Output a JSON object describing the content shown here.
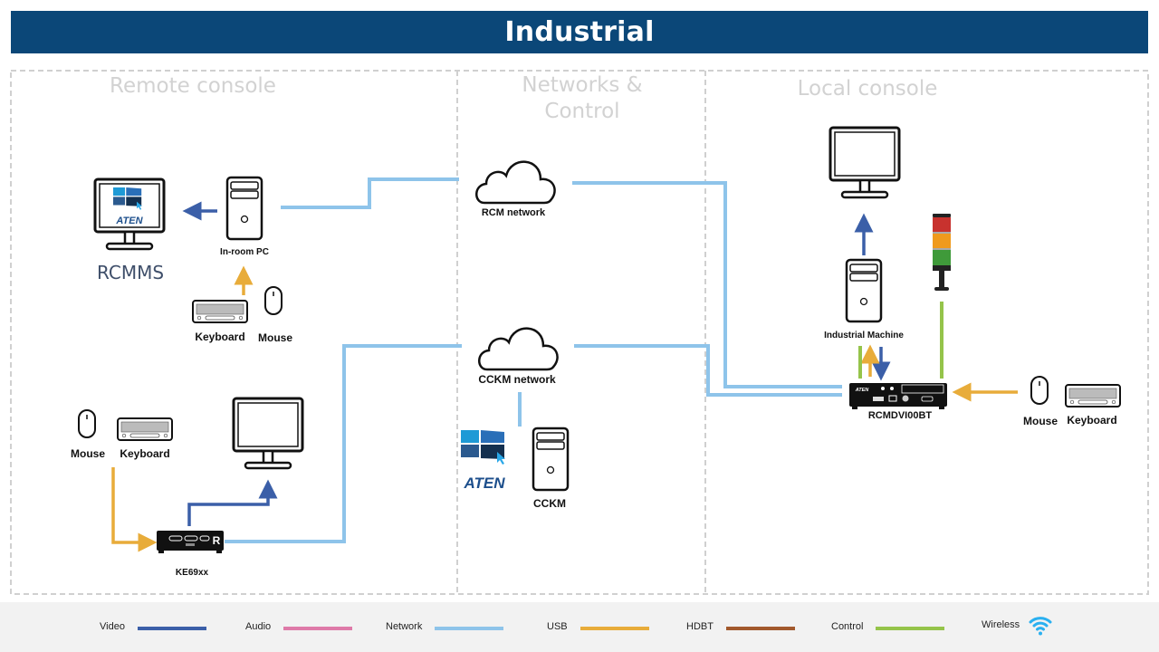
{
  "header": {
    "title": "Industrial"
  },
  "sections": {
    "remote": "Remote console",
    "networks_line1": "Networks &",
    "networks_line2": "Control",
    "local": "Local console"
  },
  "devices": {
    "rcmms": "RCMMS",
    "in_room_pc": "In-room PC",
    "keyboard_remote": "Keyboard",
    "mouse_remote": "Mouse",
    "mouse_ke": "Mouse",
    "keyboard_ke": "Keyboard",
    "ke69xx": "KE69xx",
    "rcm_network": "RCM network",
    "cckm_network": "CCKM network",
    "cckm": "CCKM",
    "industrial_machine": "Industrial Machine",
    "rcmdvi": "RCMDVI00BT",
    "mouse_local": "Mouse",
    "keyboard_local": "Keyboard",
    "aten_logo": "ATEN",
    "ke_badge": "R"
  },
  "colors": {
    "video": "#3b5fa8",
    "audio": "#de7aa8",
    "network": "#8ec4ea",
    "usb": "#e8ac3a",
    "hdbt": "#a2592d",
    "control": "#95c44a",
    "wireless": "#2ab0f0",
    "title_bg": "#0b4778"
  },
  "legend": [
    {
      "label": "Video",
      "color": "#3b5fa8"
    },
    {
      "label": "Audio",
      "color": "#de7aa8"
    },
    {
      "label": "Network",
      "color": "#8ec4ea"
    },
    {
      "label": "USB",
      "color": "#e8ac3a"
    },
    {
      "label": "HDBT",
      "color": "#a2592d"
    },
    {
      "label": "Control",
      "color": "#95c44a"
    },
    {
      "label": "Wireless",
      "icon": "wifi-icon"
    }
  ]
}
